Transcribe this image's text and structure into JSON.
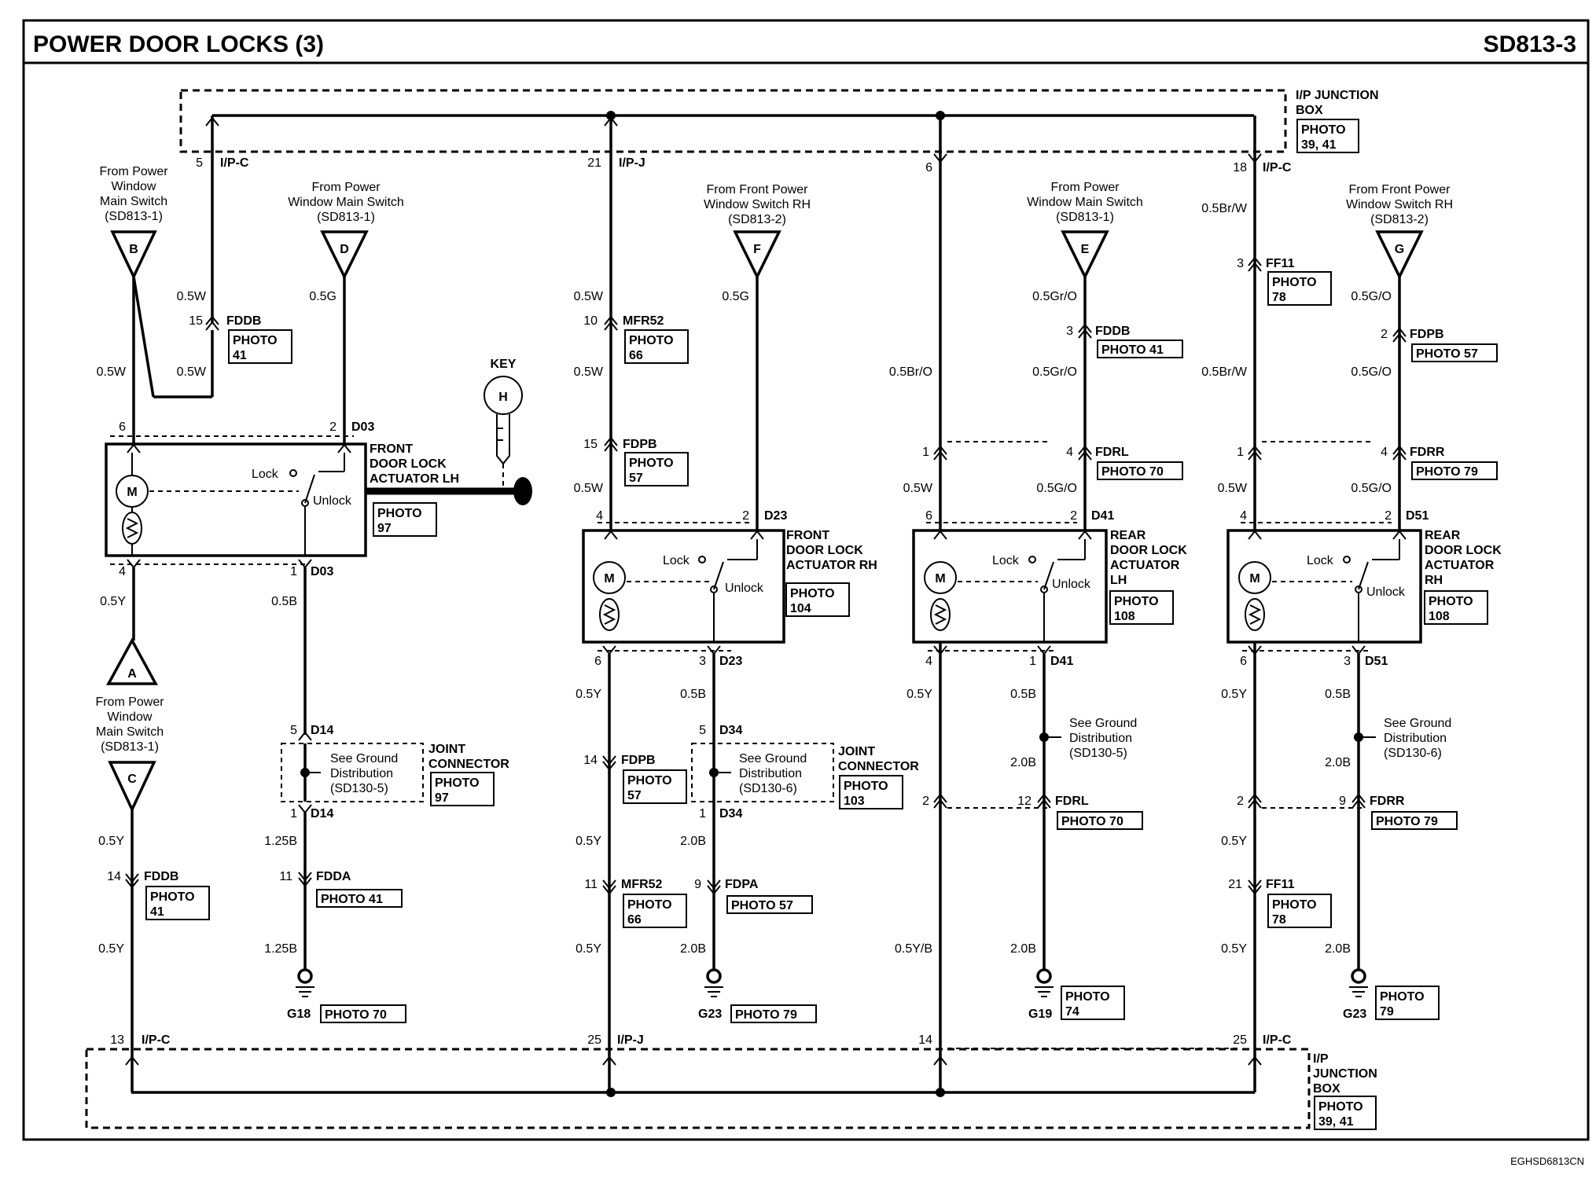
{
  "header": {
    "title": "POWER DOOR LOCKS (3)",
    "code": "SD813-3"
  },
  "footer_code": "EGHSD6813CN",
  "junction_top": {
    "label1": "I/P JUNCTION",
    "label2": "BOX",
    "photo1": "PHOTO",
    "photo2": "39, 41"
  },
  "junction_bottom": {
    "label1": "I/P",
    "label2": "JUNCTION",
    "label3": "BOX",
    "photo1": "PHOTO",
    "photo2": "39, 41"
  },
  "connectors": {
    "c1": {
      "pin": "5",
      "name": "I/P-C"
    },
    "c2": {
      "pin": "21",
      "name": "I/P-J"
    },
    "c3": {
      "pin": "6",
      "name": ""
    },
    "c4": {
      "pin": "18",
      "name": "I/P-C"
    },
    "b1": {
      "pin": "13",
      "name": "I/P-C"
    },
    "b2": {
      "pin": "25",
      "name": "I/P-J"
    },
    "b3": {
      "pin": "14",
      "name": ""
    },
    "b4": {
      "pin": "25",
      "name": "I/P-C"
    }
  },
  "sources": {
    "B": {
      "letter": "B",
      "l1": "From Power",
      "l2": "Window",
      "l3": "Main Switch",
      "l4": "(SD813-1)"
    },
    "D": {
      "letter": "D",
      "l1": "From Power",
      "l2": "Window Main Switch",
      "l3": "(SD813-1)"
    },
    "F": {
      "letter": "F",
      "l1": "From Front Power",
      "l2": "Window Switch RH",
      "l3": "(SD813-2)"
    },
    "E": {
      "letter": "E",
      "l1": "From Power",
      "l2": "Window Main Switch",
      "l3": "(SD813-1)"
    },
    "G": {
      "letter": "G",
      "l1": "From Front Power",
      "l2": "Window Switch RH",
      "l3": "(SD813-2)"
    },
    "A": {
      "letter": "A",
      "l1": "From Power",
      "l2": "Window",
      "l3": "Main Switch",
      "l4": "(SD813-1)"
    },
    "C": {
      "letter": "C"
    }
  },
  "key": {
    "label": "KEY",
    "letter": "H"
  },
  "wires": {
    "w05w": "0.5W",
    "w05g": "0.5G",
    "w05y": "0.5Y",
    "w05b": "0.5B",
    "w125b": "1.25B",
    "w20b": "2.0B",
    "w05bro": "0.5Br/O",
    "w05gro": "0.5Gr/O",
    "w05go": "0.5G/O",
    "w05brw": "0.5Br/W",
    "w05yb": "0.5Y/B"
  },
  "conn": {
    "fddb": "FDDB",
    "fdda": "FDDA",
    "mfr52": "MFR52",
    "fdpb": "FDPB",
    "fdpa": "FDPA",
    "fdrl": "FDRL",
    "fdrr": "FDRR",
    "ff11": "FF11",
    "d03": "D03",
    "d14": "D14",
    "d23": "D23",
    "d34": "D34",
    "d41": "D41",
    "d51": "D51"
  },
  "photo": {
    "word": "PHOTO",
    "p41": "PHOTO 41",
    "p57": "PHOTO 57",
    "p70": "PHOTO 70",
    "p79": "PHOTO 79"
  },
  "photonum": {
    "n41": "41",
    "n66": "66",
    "n57": "57",
    "n97": "97",
    "n104": "104",
    "n108": "108",
    "n78": "78",
    "n103": "103",
    "n74": "74",
    "n79": "79"
  },
  "actuators": {
    "flh": {
      "l1": "FRONT",
      "l2": "DOOR LOCK",
      "l3": "ACTUATOR LH"
    },
    "frh": {
      "l1": "FRONT",
      "l2": "DOOR LOCK",
      "l3": "ACTUATOR RH"
    },
    "rlh": {
      "l1": "REAR",
      "l2": "DOOR LOCK",
      "l3": "ACTUATOR",
      "l4": "LH"
    },
    "rrh": {
      "l1": "REAR",
      "l2": "DOOR LOCK",
      "l3": "ACTUATOR",
      "l4": "RH"
    },
    "lock": "Lock",
    "unlock": "Unlock",
    "motor": "M"
  },
  "joint": {
    "l1": "JOINT",
    "l2": "CONNECTOR",
    "sg1": "See Ground",
    "sg2": "Distribution",
    "sd5": "(SD130-5)",
    "sd6": "(SD130-6)"
  },
  "grounds": {
    "g18": "G18",
    "g23": "G23",
    "g19": "G19"
  },
  "pins": {
    "p1": "1",
    "p2": "2",
    "p3": "3",
    "p4": "4",
    "p5": "5",
    "p6": "6",
    "p9": "9",
    "p10": "10",
    "p11": "11",
    "p12": "12",
    "p14": "14",
    "p15": "15",
    "p21": "21"
  }
}
